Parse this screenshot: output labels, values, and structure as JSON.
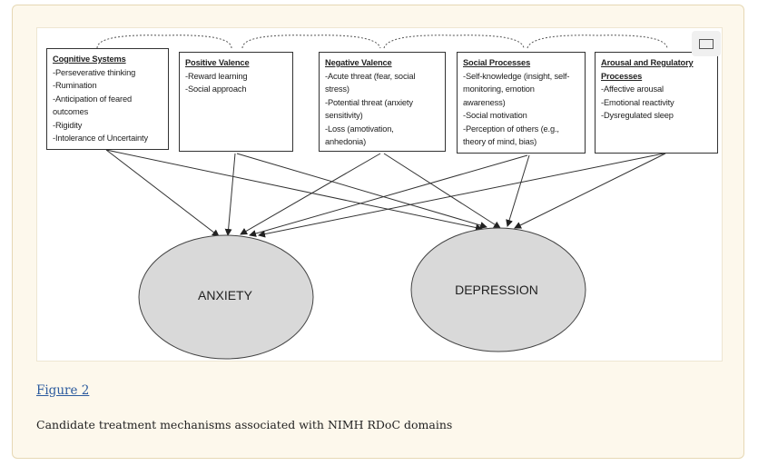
{
  "figure": {
    "link_label": "Figure 2",
    "caption": "Candidate treatment mechanisms associated with NIMH RDoC domains",
    "expand_icon": "expand-icon"
  },
  "domains": [
    {
      "title": "Cognitive Systems",
      "items": [
        "-Perseverative thinking",
        "-Rumination",
        "-Anticipation of feared",
        "outcomes",
        "-Rigidity",
        "-Intolerance of Uncertainty"
      ]
    },
    {
      "title": "Positive Valence",
      "items": [
        "-Reward learning",
        "-Social approach"
      ]
    },
    {
      "title": "Negative Valence",
      "items": [
        "-Acute threat (fear, social",
        "stress)",
        "-Potential threat (anxiety",
        "sensitivity)",
        "-Loss (amotivation,",
        "anhedonia)"
      ]
    },
    {
      "title": "Social Processes",
      "items": [
        "-Self-knowledge (insight, self-",
        "monitoring, emotion",
        "awareness)",
        "-Social motivation",
        "-Perception of others (e.g.,",
        "theory of mind, bias)"
      ]
    },
    {
      "title": "Arousal and Regulatory",
      "title2": "Processes",
      "items": [
        "-Affective arousal",
        "-Emotional reactivity",
        "-Dysregulated sleep"
      ]
    }
  ],
  "outcomes": {
    "anxiety": "ANXIETY",
    "depression": "DEPRESSION"
  },
  "colors": {
    "card_bg": "#fdf8ec",
    "ellipse_fill": "#d9d9d9",
    "link": "#2b5a9e"
  }
}
